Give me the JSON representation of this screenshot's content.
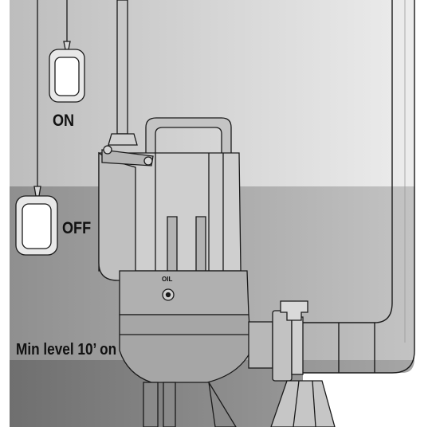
{
  "labels": {
    "float_on": "ON",
    "float_off": "OFF",
    "min_level": "Min level 10’ on",
    "oil_mark": "OIL"
  },
  "colors": {
    "line": "#1a1a1a",
    "zone_top": "#e6e6e6",
    "zone_mid": "#aaaaaa",
    "zone_low": "#8e8e8e",
    "pipe_fill": "#ffffff",
    "pump_fill": "#c2c2c2"
  }
}
